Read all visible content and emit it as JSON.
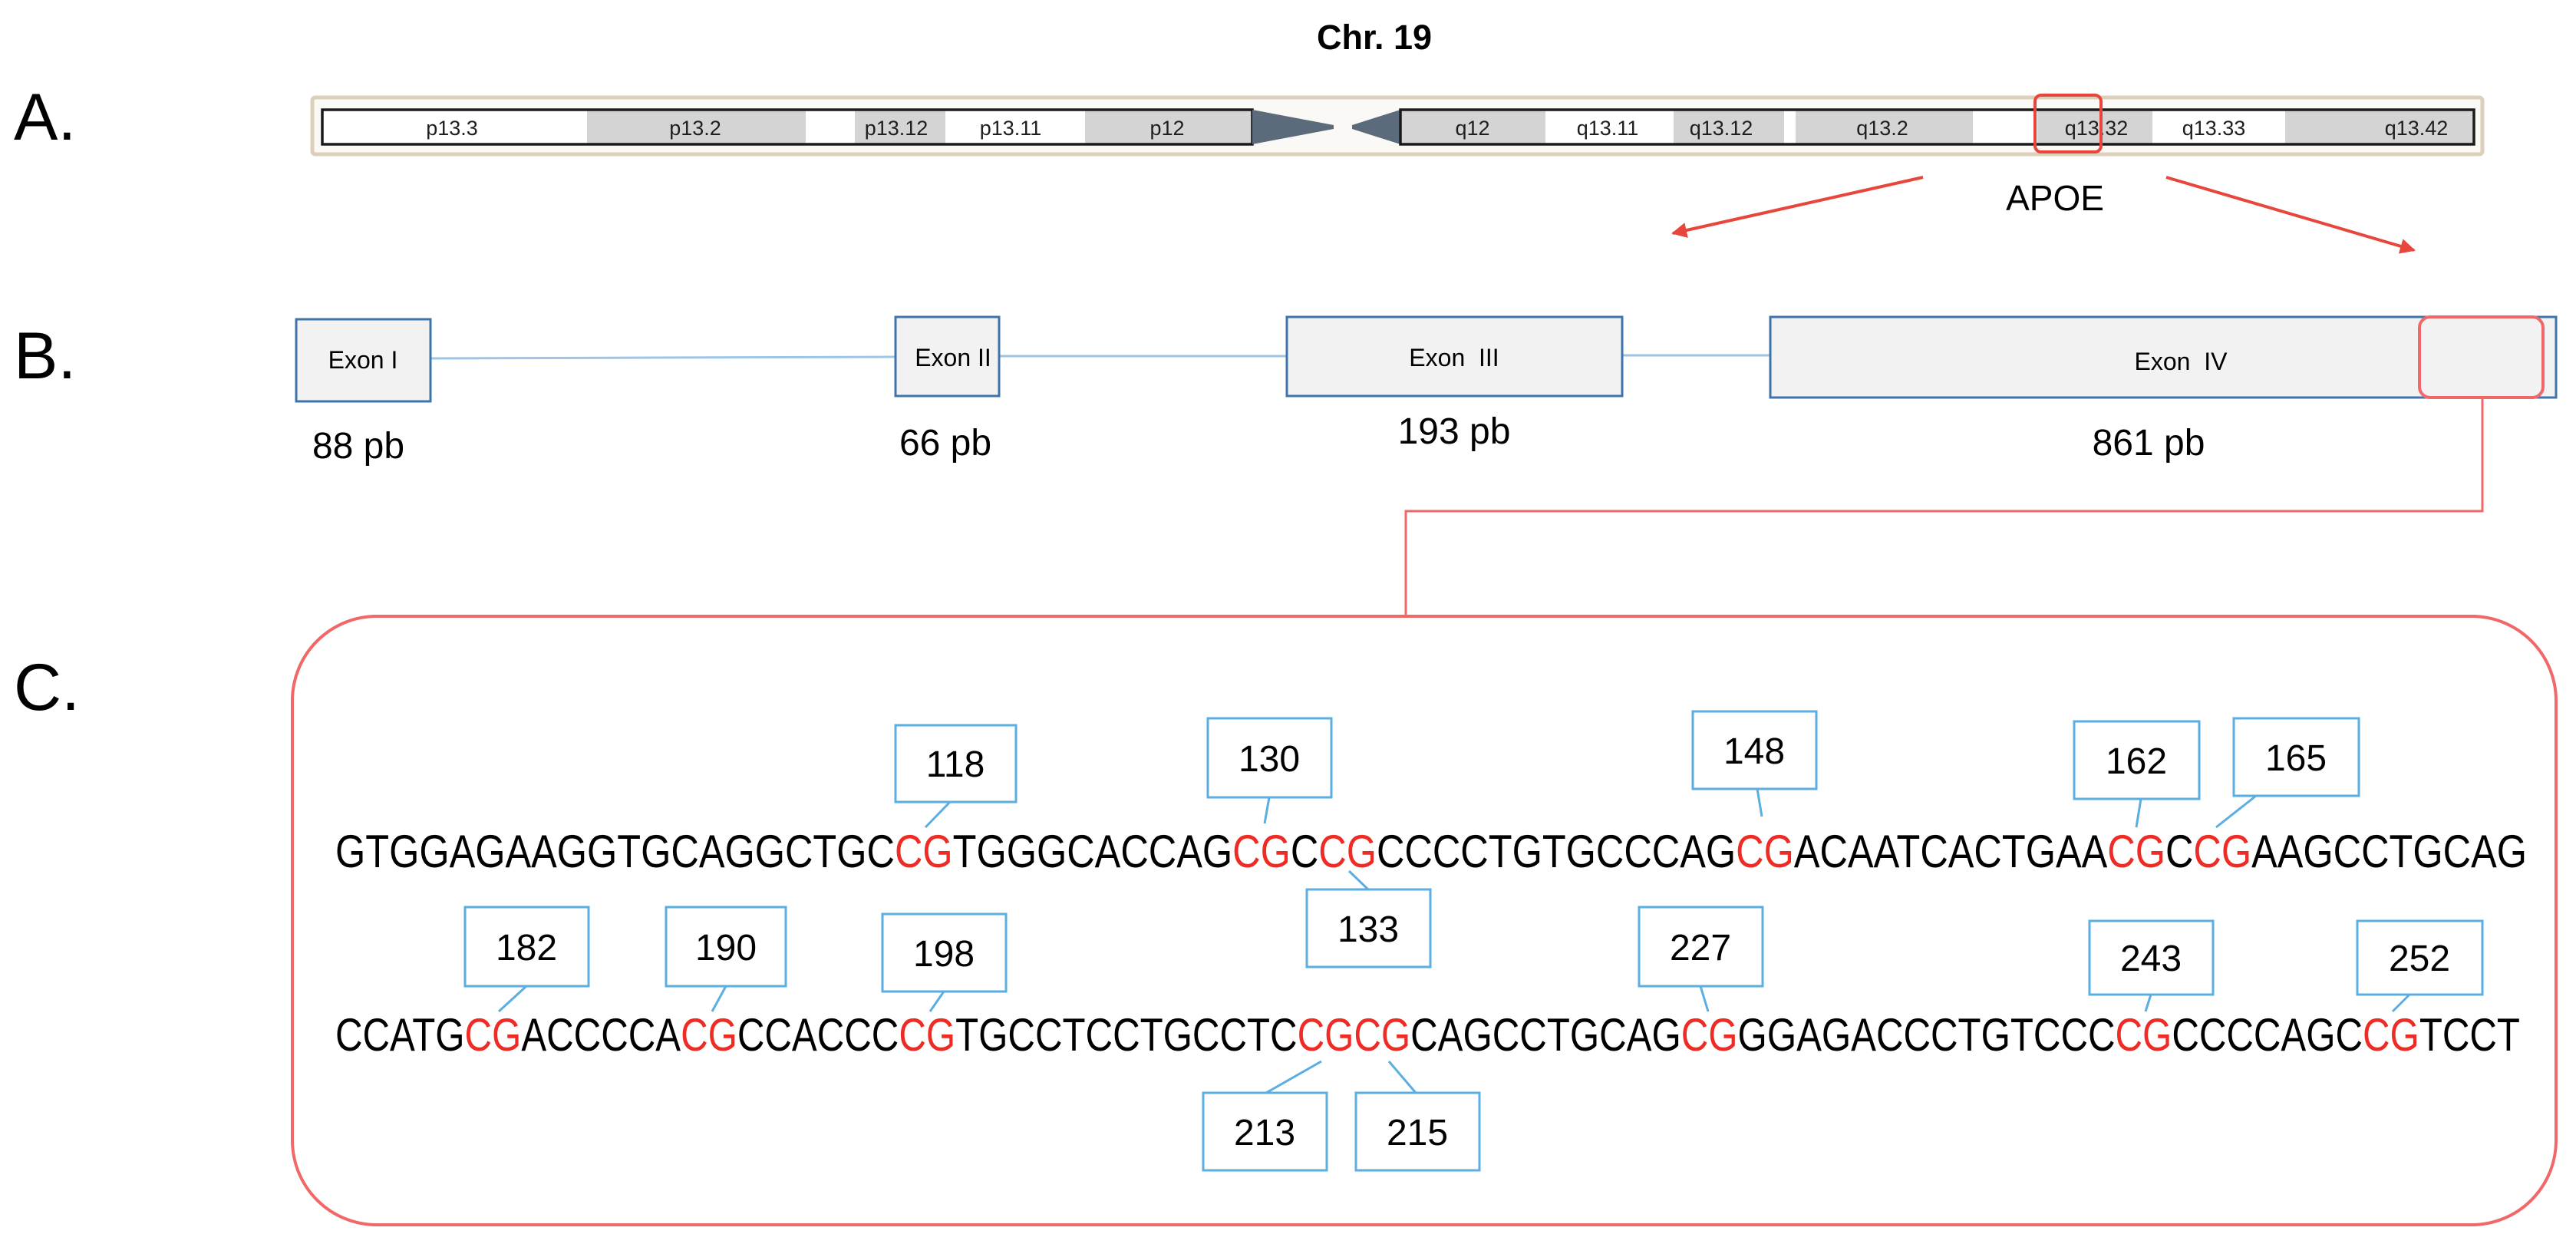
{
  "title": "Chr. 19",
  "panel_labels": {
    "a": "A.",
    "b": "B.",
    "c": "C."
  },
  "chromosome": {
    "bands": [
      "p13.3",
      "p13.2",
      "p13.12",
      "p13.11",
      "p12",
      "q12",
      "q13.11",
      "q13.12",
      "q13.2",
      "q13.32",
      "q13.33",
      "q13.42"
    ],
    "gene": "APOE"
  },
  "exons": [
    {
      "name": "Exon I",
      "length": "88 pb"
    },
    {
      "name": "Exon II",
      "length": "66 pb"
    },
    {
      "name": "Exon  III",
      "length": "193 pb"
    },
    {
      "name": "Exon  IV",
      "length": "861 pb"
    }
  ],
  "sequence": {
    "line_1": [
      {
        "text": "GTGGAGAAGGTGCAGGCTGC",
        "cpg": false
      },
      {
        "text": "CG",
        "cpg": true
      },
      {
        "text": "TGGGCACCAG",
        "cpg": false
      },
      {
        "text": "CG",
        "cpg": true
      },
      {
        "text": "C",
        "cpg": false
      },
      {
        "text": "CG",
        "cpg": true
      },
      {
        "text": "CCCCTGTGCCCAG",
        "cpg": false
      },
      {
        "text": "CG",
        "cpg": true
      },
      {
        "text": "ACAATCACTGAA",
        "cpg": false
      },
      {
        "text": "CG",
        "cpg": true
      },
      {
        "text": "C",
        "cpg": false
      },
      {
        "text": "CG",
        "cpg": true
      },
      {
        "text": "AAGCCTGCAG",
        "cpg": false
      }
    ],
    "line_2": [
      {
        "text": "CCATG",
        "cpg": false
      },
      {
        "text": "CG",
        "cpg": true
      },
      {
        "text": "ACCCCA",
        "cpg": false
      },
      {
        "text": "CG",
        "cpg": true
      },
      {
        "text": "CCACCC",
        "cpg": false
      },
      {
        "text": "CG",
        "cpg": true
      },
      {
        "text": "TGCCTCCTGCCTC",
        "cpg": false
      },
      {
        "text": "CGCG",
        "cpg": true
      },
      {
        "text": "CAGCCTGCAG",
        "cpg": false
      },
      {
        "text": "CG",
        "cpg": true
      },
      {
        "text": "GGAGACCCTGTCCC",
        "cpg": false
      },
      {
        "text": "CG",
        "cpg": true
      },
      {
        "text": "CCCCAGC",
        "cpg": false
      },
      {
        "text": "CG",
        "cpg": true
      },
      {
        "text": "TCCT",
        "cpg": false
      }
    ]
  },
  "cpg_sites": [
    "118",
    "130",
    "133",
    "148",
    "162",
    "165",
    "182",
    "190",
    "198",
    "213",
    "215",
    "227",
    "243",
    "252"
  ],
  "colors": {
    "cpg_highlight": "#ee2b25",
    "callout": "#f06868",
    "annotation_box": "#5aaee0",
    "exon_outline": "#3f74ab"
  }
}
